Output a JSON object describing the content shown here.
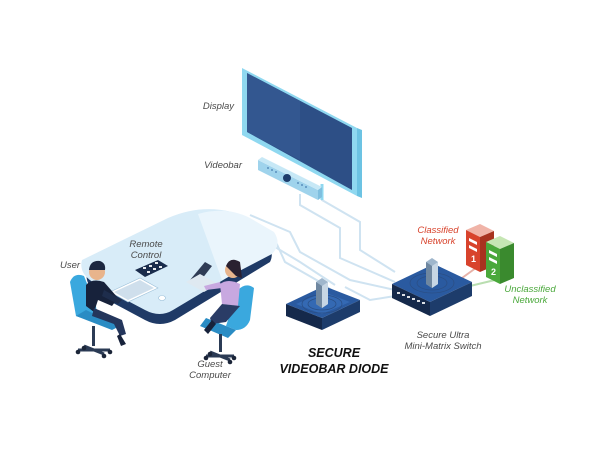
{
  "labels": {
    "display": "Display",
    "videobar": "Videobar",
    "remote_control_line1": "Remote",
    "remote_control_line2": "Control",
    "user": "User",
    "guest_computer_line1": "Guest",
    "guest_computer_line2": "Computer",
    "classified_line1": "Classified",
    "classified_line2": "Network",
    "unclassified_line1": "Unclassified",
    "unclassified_line2": "Network",
    "switch_line1": "Secure Ultra",
    "switch_line2": "Mini-Matrix Switch",
    "diode_line1": "SECURE",
    "diode_line2": "VIDEOBAR DIODE"
  },
  "server_numbers": {
    "classified": "1",
    "unclassified": "2"
  },
  "colors": {
    "screen": "#2d4f86",
    "screen_frame": "#8fd8f0",
    "device_blue": "#1d4a8c",
    "device_dark": "#15294b",
    "table_top": "#d8ecf8",
    "table_base": "#1f3a66",
    "chair": "#3aa8de",
    "classified_red": "#d8432c",
    "unclassified_green": "#4aa83b",
    "cable": "#cfe3f1"
  },
  "icons": [
    "monitor-icon",
    "videobar-icon",
    "remote-control-icon",
    "keyboard-icon",
    "laptop-icon",
    "user-figure",
    "guest-figure",
    "chair-icon",
    "server-icon",
    "switch-icon",
    "diode-icon"
  ]
}
